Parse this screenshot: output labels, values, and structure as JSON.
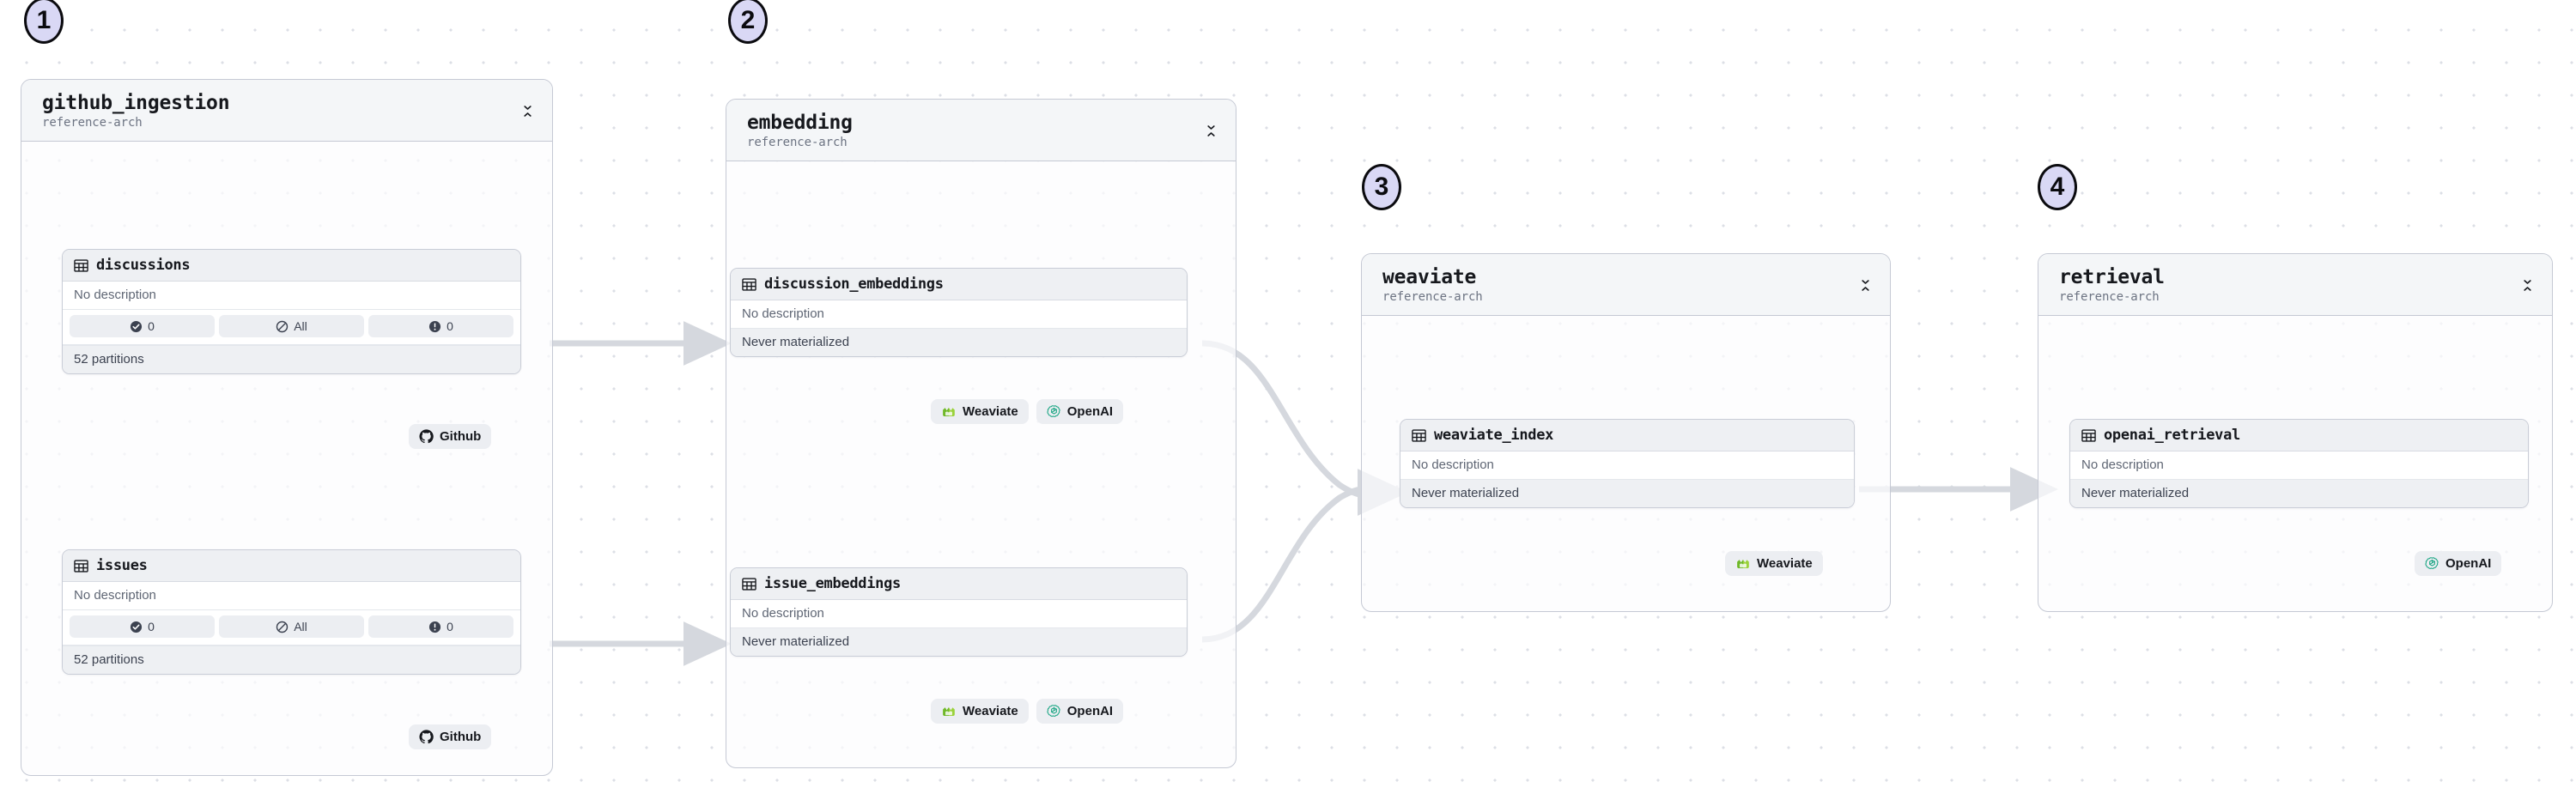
{
  "colors": {
    "badge_fill": "#d9d8f5",
    "badge_stroke": "#0b0b0f",
    "group_border": "#c5c9d4",
    "group_header_bg": "#f4f6f8",
    "asset_border": "#c9cdd7",
    "asset_head_bg": "#eef0f3",
    "edge": "#d5d8de",
    "openai_green": "#12A37F",
    "weaviate_green": "#7ac943",
    "pill_bg": "#eceef2",
    "text_primary": "#16181d",
    "text_muted": "#6c7382",
    "canvas_dot": "#dcdfe6"
  },
  "subtitle_repo": "reference-arch",
  "labels": {
    "no_description": "No description",
    "never_materialized": "Never materialized",
    "partitions_52": "52 partitions",
    "all": "All",
    "zero": "0"
  },
  "badges": [
    {
      "number": "1"
    },
    {
      "number": "2"
    },
    {
      "number": "3"
    },
    {
      "number": "4"
    }
  ],
  "groups": [
    {
      "id": "github_ingestion",
      "title": "github_ingestion",
      "subtitle": "reference-arch",
      "collapse_icon": "chevron-collapse-icon"
    },
    {
      "id": "embedding",
      "title": "embedding",
      "subtitle": "reference-arch",
      "collapse_icon": "chevron-collapse-icon"
    },
    {
      "id": "weaviate",
      "title": "weaviate",
      "subtitle": "reference-arch",
      "collapse_icon": "chevron-collapse-icon"
    },
    {
      "id": "retrieval",
      "title": "retrieval",
      "subtitle": "reference-arch",
      "collapse_icon": "chevron-collapse-icon"
    }
  ],
  "assets": {
    "discussions": {
      "name": "discussions",
      "icon": "table-icon",
      "description": "No description",
      "partitions": "52 partitions",
      "pills": [
        {
          "icon": "check-circle-icon",
          "value": "0"
        },
        {
          "icon": "eye-slash-icon",
          "value": "All"
        },
        {
          "icon": "exclamation-circle-icon",
          "value": "0"
        }
      ]
    },
    "issues": {
      "name": "issues",
      "icon": "table-icon",
      "description": "No description",
      "partitions": "52 partitions",
      "pills": [
        {
          "icon": "check-circle-icon",
          "value": "0"
        },
        {
          "icon": "eye-slash-icon",
          "value": "All"
        },
        {
          "icon": "exclamation-circle-icon",
          "value": "0"
        }
      ]
    },
    "discussion_embeddings": {
      "name": "discussion_embeddings",
      "icon": "table-icon",
      "description": "No description",
      "status": "Never materialized"
    },
    "issue_embeddings": {
      "name": "issue_embeddings",
      "icon": "table-icon",
      "description": "No description",
      "status": "Never materialized"
    },
    "weaviate_index": {
      "name": "weaviate_index",
      "icon": "table-icon",
      "description": "No description",
      "status": "Never materialized"
    },
    "openai_retrieval": {
      "name": "openai_retrieval",
      "icon": "table-icon",
      "description": "No description",
      "status": "Never materialized"
    }
  },
  "tags": {
    "github": {
      "label": "Github",
      "icon": "github-icon"
    },
    "weaviate": {
      "label": "Weaviate",
      "icon": "weaviate-icon"
    },
    "openai": {
      "label": "OpenAI",
      "icon": "openai-icon"
    }
  }
}
